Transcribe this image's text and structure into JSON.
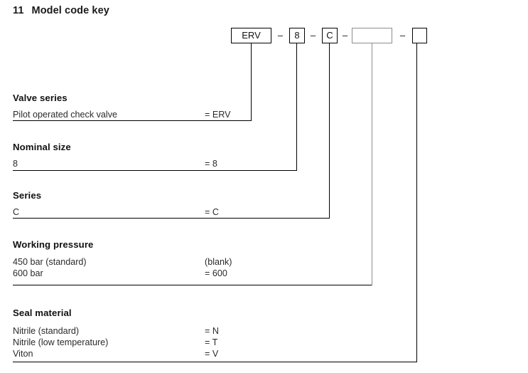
{
  "title": {
    "number": "11",
    "text": "Model code key"
  },
  "code_string": {
    "separator": "–",
    "boxes": [
      {
        "name": "valve-series",
        "value": "ERV"
      },
      {
        "name": "nominal-size",
        "value": "8"
      },
      {
        "name": "series",
        "value": "C"
      },
      {
        "name": "working-pressure",
        "value": ""
      },
      {
        "name": "seal-material",
        "value": ""
      }
    ]
  },
  "sections": [
    {
      "heading": "Valve series",
      "options": [
        {
          "label": "Pilot operated check valve",
          "value": "= ERV"
        }
      ]
    },
    {
      "heading": "Nominal size",
      "options": [
        {
          "label": "8",
          "value": "= 8"
        }
      ]
    },
    {
      "heading": "Series",
      "options": [
        {
          "label": "C",
          "value": "= C"
        }
      ]
    },
    {
      "heading": "Working pressure",
      "options": [
        {
          "label": "450 bar (standard)",
          "value": "(blank)"
        },
        {
          "label": "600 bar",
          "value": "= 600"
        }
      ]
    },
    {
      "heading": "Seal material",
      "options": [
        {
          "label": "Nitrile (standard)",
          "value": "= N"
        },
        {
          "label": "Nitrile (low temperature)",
          "value": "= T"
        },
        {
          "label": "Viton",
          "value": "= V"
        }
      ]
    }
  ]
}
